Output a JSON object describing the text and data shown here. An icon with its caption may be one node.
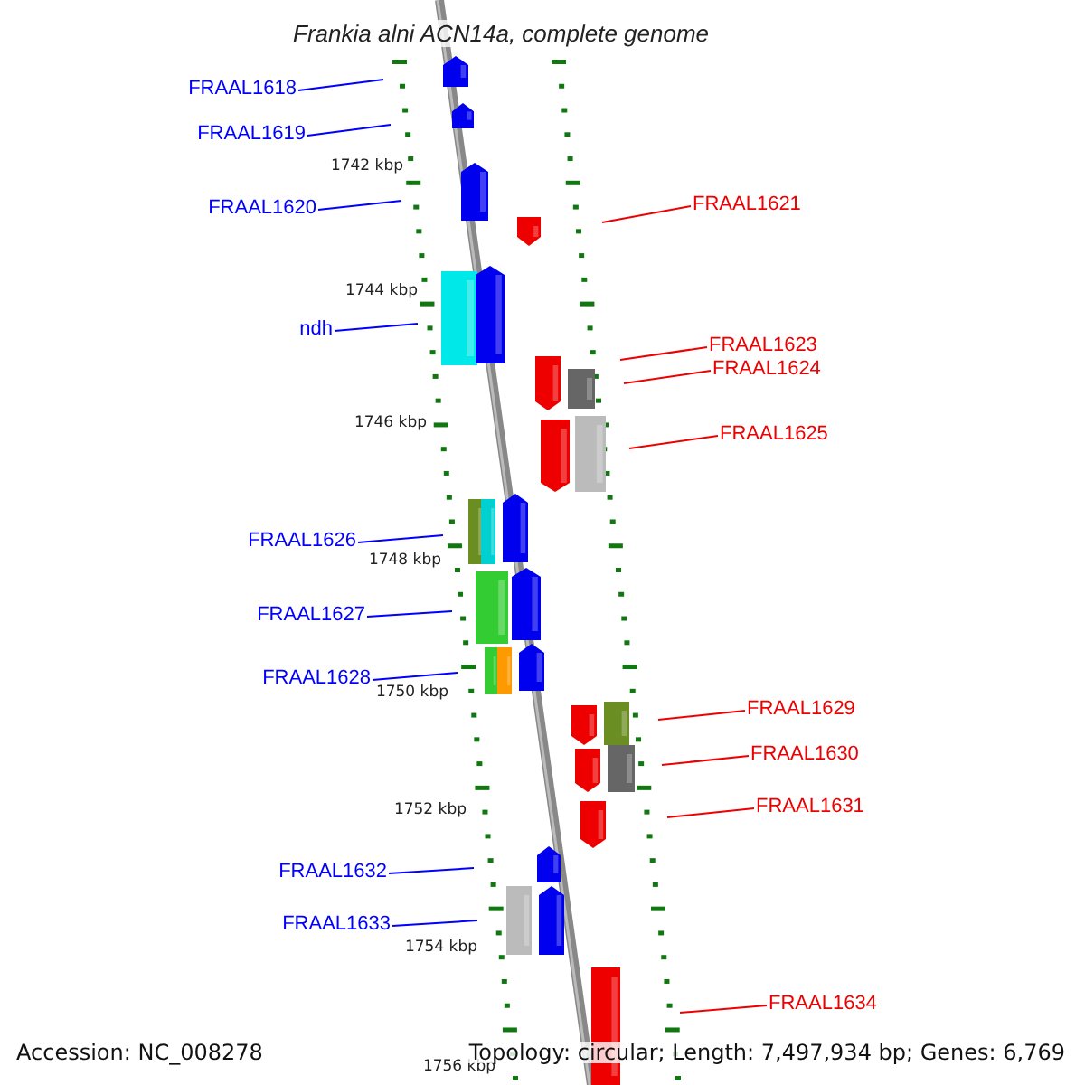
{
  "diagram": {
    "title": "Frankia alni ACN14a, complete genome",
    "nodes": [
      {
        "text": [
          "FRAAL1618"
        ]
      },
      {
        "text": [
          "FRAAL1619"
        ]
      },
      {
        "text": [
          "FRAAL1620"
        ]
      },
      {
        "text": [
          "FRAAL1621"
        ]
      },
      {
        "text": [
          "ndh"
        ]
      },
      {
        "text": [
          "FRAAL1623"
        ]
      },
      {
        "text": [
          "FRAAL1624"
        ]
      },
      {
        "text": [
          "FRAAL1625"
        ]
      },
      {
        "text": [
          "FRAAL1626"
        ]
      },
      {
        "text": [
          "FRAAL1627"
        ]
      },
      {
        "text": [
          "FRAAL1628"
        ]
      },
      {
        "text": [
          "FRAAL1629"
        ]
      },
      {
        "text": [
          "FRAAL1630"
        ]
      },
      {
        "text": [
          "FRAAL1631"
        ]
      },
      {
        "text": [
          "FRAAL1632"
        ]
      },
      {
        "text": [
          "FRAAL1633"
        ]
      },
      {
        "text": [
          "FRAAL1634"
        ]
      }
    ],
    "edges": [
      {
        "from": 0,
        "to": null,
        "arrow": "none"
      },
      {
        "from": 1,
        "to": null,
        "arrow": "none"
      },
      {
        "from": 2,
        "to": null,
        "arrow": "none"
      },
      {
        "from": 3,
        "to": null,
        "arrow": "none",
        "color": "#ee0000"
      },
      {
        "from": 4,
        "to": null,
        "arrow": "none"
      },
      {
        "from": 5,
        "to": null,
        "arrow": "none",
        "color": "#ee0000"
      },
      {
        "from": 6,
        "to": null,
        "arrow": "none",
        "color": "#ee0000"
      },
      {
        "from": 7,
        "to": null,
        "arrow": "none",
        "color": "#ee0000"
      },
      {
        "from": 8,
        "to": null,
        "arrow": "none"
      },
      {
        "from": 9,
        "to": null,
        "arrow": "none"
      },
      {
        "from": 10,
        "to": null,
        "arrow": "none"
      },
      {
        "from": 11,
        "to": null,
        "arrow": "none",
        "color": "#ee0000"
      },
      {
        "from": 12,
        "to": null,
        "arrow": "none",
        "color": "#ee0000"
      },
      {
        "from": 13,
        "to": null,
        "arrow": "none",
        "color": "#ee0000"
      },
      {
        "from": 14,
        "to": null,
        "arrow": "none"
      },
      {
        "from": 15,
        "to": null,
        "arrow": "none"
      },
      {
        "from": 16,
        "to": null,
        "arrow": "none",
        "color": "#ee0000"
      }
    ],
    "labels": [
      "1742 kbp",
      "1744 kbp",
      "1746 kbp",
      "1748 kbp",
      "1750 kbp",
      "1752 kbp",
      "1754 kbp",
      "1756 kbp",
      "Accession: NC_008278",
      "Topology: circular; Length: 7,497,934 bp; Genes: 6,769"
    ]
  }
}
